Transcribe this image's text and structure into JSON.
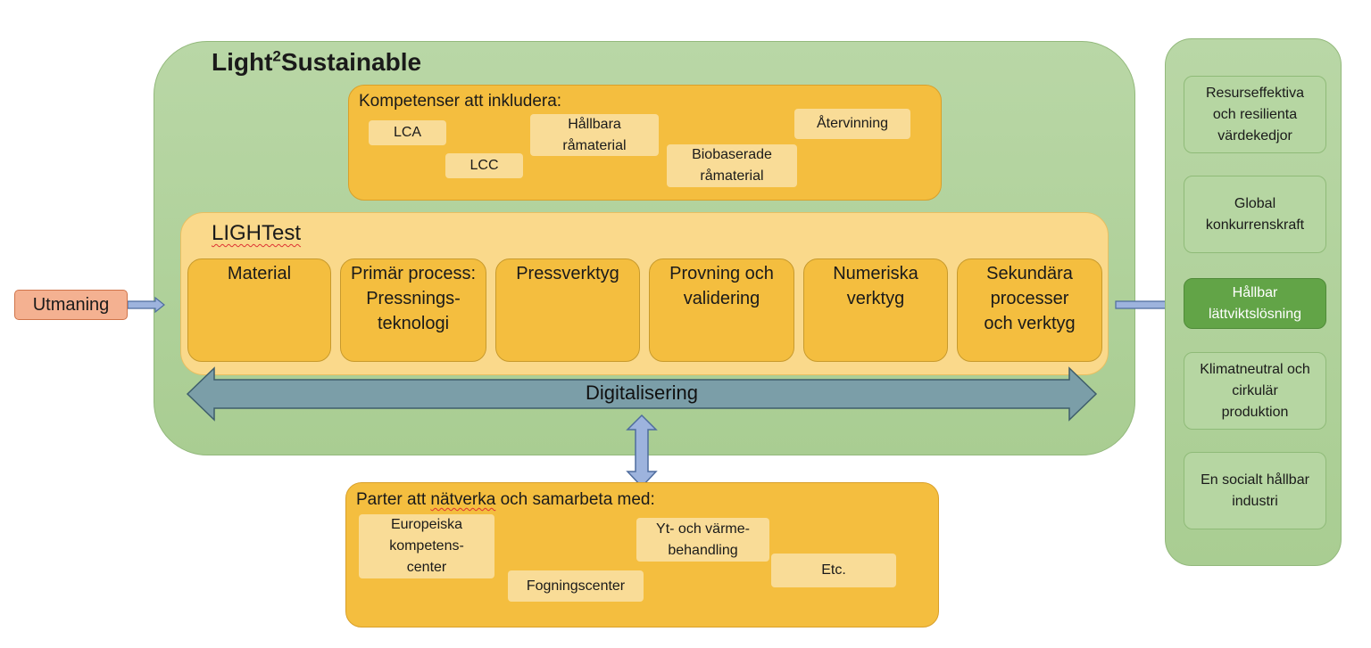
{
  "program": {
    "title_main": "Light",
    "title_sup": "2",
    "title_rest": "Sustainable"
  },
  "competences": {
    "heading": "Kompetenser att inkludera:",
    "items": [
      "LCA",
      "LCC",
      "Hållbara råmaterial",
      "Biobaserade råmaterial",
      "Återvinning"
    ]
  },
  "lightest": {
    "title": "LIGHTest",
    "columns": [
      "Material",
      "Primär process: Pressnings-teknologi",
      "Pressverktyg",
      "Provning och validering",
      "Numeriska verktyg",
      "Sekundära processer och verktyg"
    ]
  },
  "digitalisering": {
    "label": "Digitalisering"
  },
  "challenge": {
    "label": "Utmaning"
  },
  "partners": {
    "heading_pre": "Parter att ",
    "heading_word": "nätverka",
    "heading_post": " och samarbeta med:",
    "items": [
      "Europeiska kompetens-center",
      "Fogningscenter",
      "Yt- och värme-behandling",
      "Etc."
    ]
  },
  "outcomes": {
    "items": [
      "Resurseffektiva och resilienta värdekedjor",
      "Global konkurrenskraft",
      "Hållbar lättviktslösning",
      "Klimatneutral och cirkulär produktion",
      "En socialt hållbar industri"
    ],
    "highlighted": "Hållbar lättviktslösning"
  },
  "colors": {
    "green_panel": "#b9d7a6",
    "orange": "#f4be3f",
    "chip": "#f9dc97",
    "arrow_steel": "#7b9ea8",
    "arrow_blue": "#9db3dd",
    "highlight_green": "#62a447",
    "challenge_red": "#f4b191"
  }
}
